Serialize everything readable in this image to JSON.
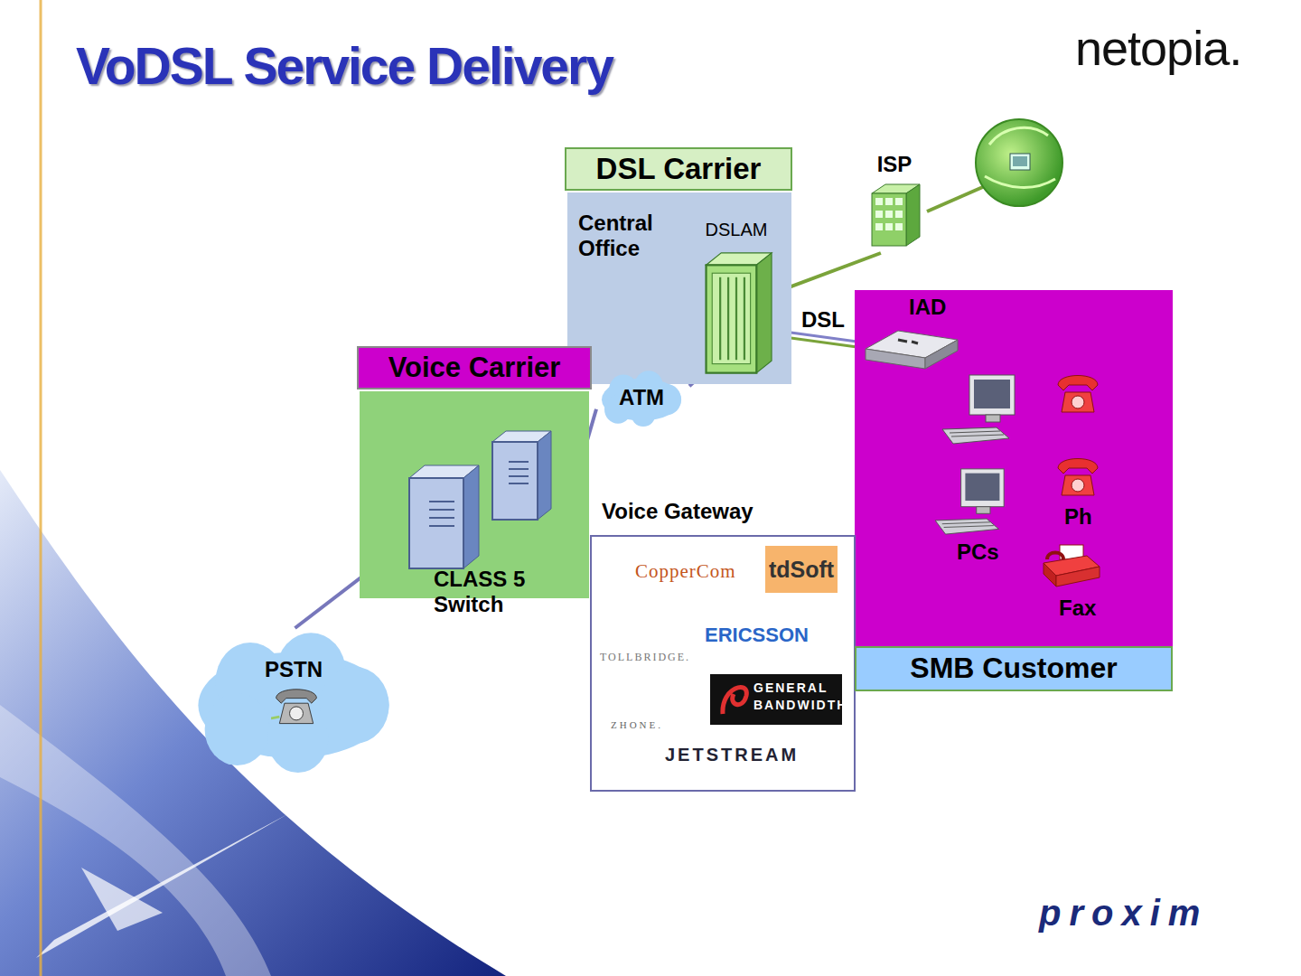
{
  "diagram": {
    "title": "VoDSL Service Delivery",
    "nodes": [
      {
        "text": [
          "DSL Carrier",
          "Central Office"
        ]
      },
      {
        "text": [
          "DSLAM"
        ],
        "in": 0
      },
      {
        "text": [
          "ISP"
        ]
      },
      {
        "text": [
          "Voice Carrier"
        ]
      },
      {
        "text": [
          "CLASS 5 Switch"
        ],
        "in": 3
      },
      {
        "text": [
          "ATM"
        ]
      },
      {
        "text": [
          "SMB Customer"
        ]
      },
      {
        "text": [
          "IAD"
        ],
        "in": 6
      },
      {
        "text": [
          "PCs"
        ],
        "in": 6
      },
      {
        "text": [
          "Ph"
        ],
        "in": 6
      },
      {
        "text": [
          "Fax"
        ],
        "in": 6
      },
      {
        "text": [
          "Voice Gateway"
        ]
      },
      {
        "text": [
          "PSTN"
        ]
      }
    ],
    "edges": [
      {
        "from": 1,
        "to": 2,
        "arrow": "none"
      },
      {
        "from": 1,
        "to": 7,
        "label": "DSL",
        "arrow": "none"
      },
      {
        "from": 1,
        "to": 5,
        "arrow": "none"
      },
      {
        "from": 5,
        "to": 4,
        "arrow": "none"
      },
      {
        "from": 4,
        "to": 12,
        "arrow": "none"
      },
      {
        "from": 7,
        "to": 8,
        "arrow": "none"
      },
      {
        "from": 7,
        "to": 9,
        "arrow": "none"
      },
      {
        "from": 7,
        "to": 10,
        "arrow": "none"
      }
    ],
    "labels": [
      "netopia.",
      "CopperCom",
      "tdSoft",
      "TOLLBRIDGE.",
      "ERICSSON",
      "ZHONE.",
      "GENERAL BANDWIDTH",
      "JETSTREAM",
      "proxim"
    ]
  }
}
